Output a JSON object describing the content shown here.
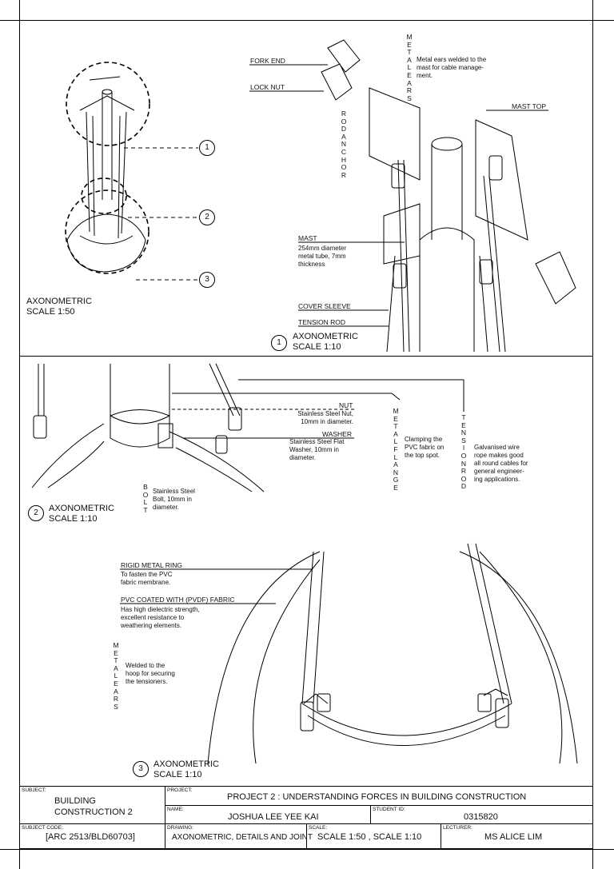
{
  "detail1": {
    "fork_end": "FORK END",
    "lock_nut": "LOCK NUT",
    "rod_anchor": "ROD ANCHOR",
    "metal_ears": "METAL EARS",
    "metal_ears_desc": "Metal ears welded to the\nmast for cable manage-\nment.",
    "mast_top": "MAST TOP",
    "mast": "MAST",
    "mast_desc": "254mm diameter\nmetal tube, 7mm\nthickness",
    "cover_sleeve": "COVER SLEEVE",
    "tension_rod": "TENSION ROD",
    "number": "1",
    "title": "AXONOMETRIC",
    "scale": "SCALE 1:10"
  },
  "overview": {
    "title": "AXONOMETRIC",
    "scale": "SCALE 1:50",
    "callouts": [
      "1",
      "2",
      "3"
    ]
  },
  "detail2": {
    "nut": "NUT",
    "nut_desc": "Stainless Steel Nut,\n10mm in diameter.",
    "washer": "WASHER",
    "washer_desc": "Stainless Steel Flat\nWasher, 10mm in\ndiameter.",
    "bolt": "BOLT",
    "bolt_desc": "Stainless Steel\nBolt, 10mm in\ndiameter.",
    "metal_flange": "METAL FLANGE",
    "flange_desc": "Clamping the\nPVC fabric on\nthe top spot.",
    "tension_rod": "TENSION ROD",
    "rod_desc": "Galvanised wire\nrope makes good\nall round cables for\ngeneral engineer-\ning applications.",
    "number": "2",
    "title": "AXONOMETRIC",
    "scale": "SCALE 1:10"
  },
  "detail3": {
    "rigid_ring": "RIGID METAL RING",
    "rigid_ring_desc": "To fasten the PVC\nfabric membrane.",
    "pvc_fabric": "PVC COATED WITH (PVDF) FABRIC",
    "pvc_desc": "Has high dielectric strength,\nexcellent resistance to\nweathering elements.",
    "metal_ears": "METAL EARS",
    "ears_desc": "Welded to the\nhoop for securing\nthe tensioners.",
    "number": "3",
    "title": "AXONOMETRIC",
    "scale": "SCALE 1:10"
  },
  "title_block": {
    "subject_label": "SUBJECT:",
    "subject_line1": "BUILDING",
    "subject_line2": "CONSTRUCTION 2",
    "project_label": "PROJECT:",
    "project": "PROJECT 2 : UNDERSTANDING FORCES IN BUILDING CONSTRUCTION",
    "name_label": "NAME:",
    "name": "JOSHUA LEE YEE KAI",
    "student_id_label": "STUDENT ID:",
    "student_id": "0315820",
    "subject_code_label": "SUBJECT CODE:",
    "subject_code": "[ARC 2513/BLD60703]",
    "drawing_label": "DRAWING:",
    "drawing": "AXONOMETRIC, DETAILS AND JOINT",
    "scale_label": "SCALE:",
    "scale": "SCALE 1:50 , SCALE 1:10",
    "lecturer_label": "LECTURER:",
    "lecturer": "MS ALICE LIM"
  }
}
